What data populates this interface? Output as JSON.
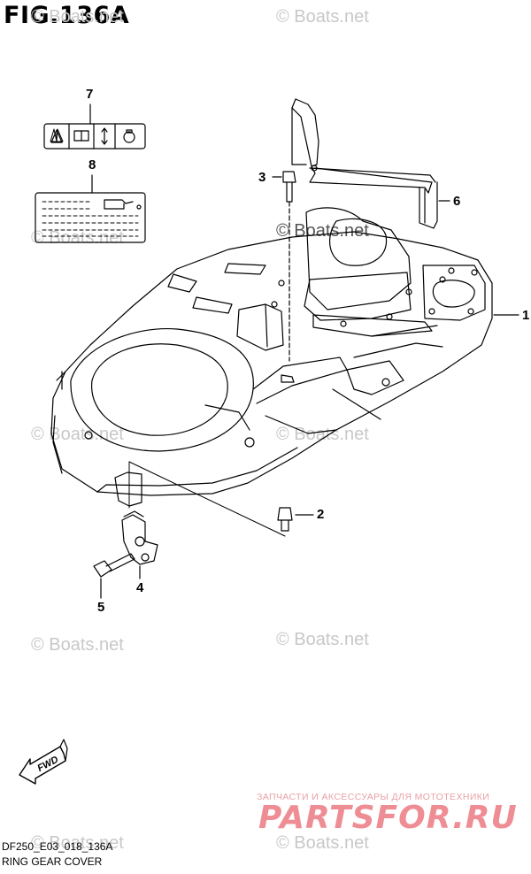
{
  "figure": {
    "title": "FIG.136A"
  },
  "callouts": {
    "c1": "1",
    "c2": "2",
    "c3": "3",
    "c4": "4",
    "c5": "5",
    "c6": "6",
    "c7": "7",
    "c8": "8"
  },
  "fwd_label": "FWD",
  "footer": {
    "code": "DF250_E03_018_136A",
    "caption": "RING GEAR COVER"
  },
  "watermarks": {
    "boats": "© Boats.net"
  },
  "partsfor": {
    "subtitle": "ЗАПЧАСТИ И АКСЕССУАРЫ ДЛЯ МОТОТЕХНИКИ",
    "logo": "PARTSFOR.RU"
  },
  "colors": {
    "line": "#000000",
    "watermark": "#c8c8c8",
    "logo": "#ef8d95"
  }
}
